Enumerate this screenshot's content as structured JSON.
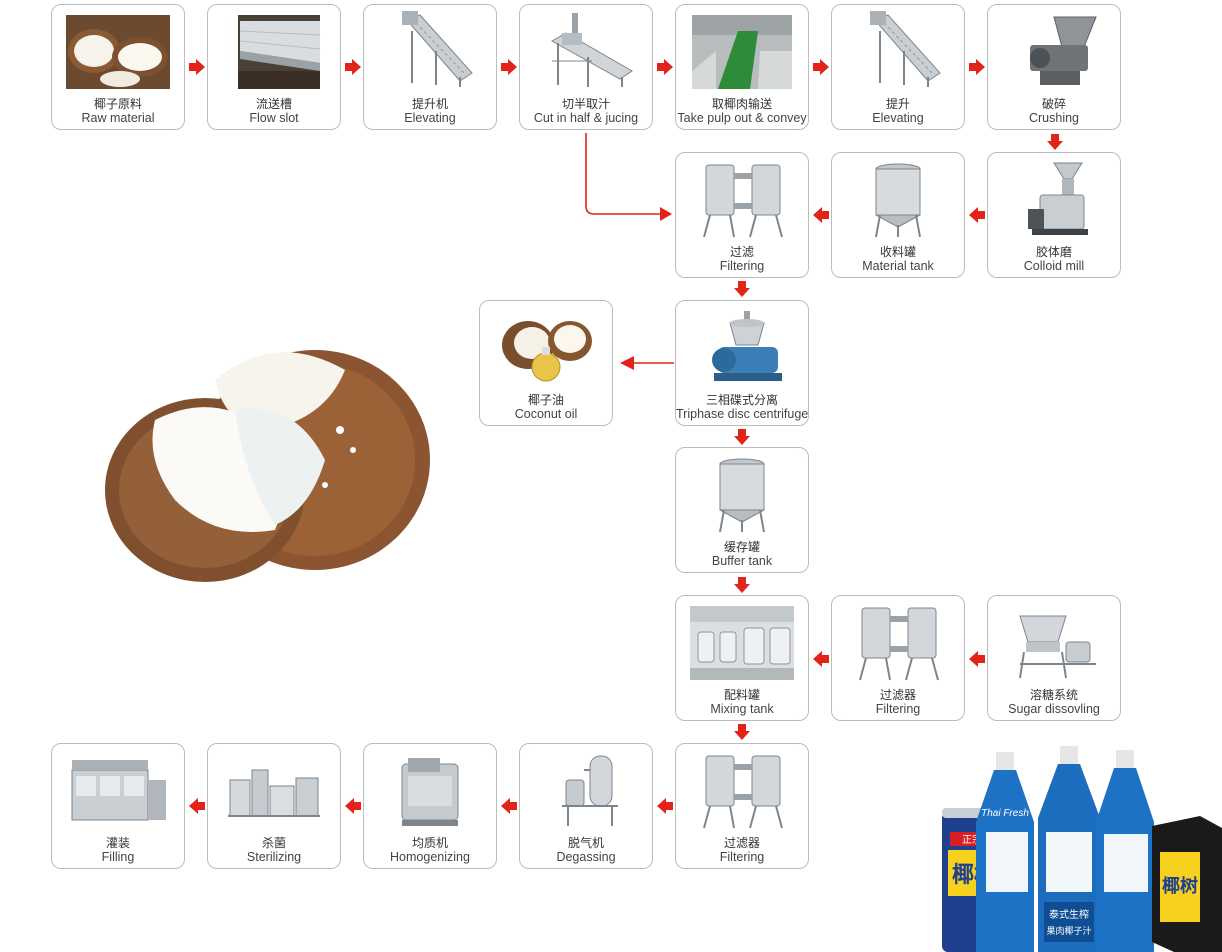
{
  "colors": {
    "arrow": "#e2231a",
    "border": "#bdbdbd",
    "steel": "#b8bcc2",
    "green_belt": "#2e8b3a"
  },
  "steps": {
    "raw": {
      "zh": "椰子原料",
      "en": "Raw material",
      "icon": "coconut-halves"
    },
    "flow": {
      "zh": "流送槽",
      "en": "Flow slot",
      "icon": "flume-channel"
    },
    "elev1": {
      "zh": "提升机",
      "en": "Elevating",
      "icon": "inclined-conveyor"
    },
    "cut": {
      "zh": "切半取汁",
      "en": "Cut in half & jucing",
      "icon": "cutting-machine"
    },
    "pulp": {
      "zh": "取椰肉输送",
      "en": "Take pulp out & convey",
      "icon": "green-belt-conveyor"
    },
    "elev2": {
      "zh": "提升",
      "en": "Elevating",
      "icon": "inclined-conveyor"
    },
    "crush": {
      "zh": "破碎",
      "en": "Crushing",
      "icon": "crusher"
    },
    "filter1": {
      "zh": "过滤",
      "en": "Filtering",
      "icon": "duplex-filter"
    },
    "mtank": {
      "zh": "收料罐",
      "en": "Material tank",
      "icon": "steel-tank"
    },
    "colloid": {
      "zh": "胶体磨",
      "en": "Colloid mill",
      "icon": "colloid-mill"
    },
    "oil": {
      "zh": "椰子油",
      "en": "Coconut oil",
      "icon": "coconut-oil"
    },
    "centrifuge": {
      "zh": "三相碟式分离",
      "en": "Triphase disc centrifuge",
      "icon": "disc-centrifuge"
    },
    "buffer": {
      "zh": "缓存罐",
      "en": "Buffer tank",
      "icon": "steel-tank"
    },
    "mixing": {
      "zh": "配料罐",
      "en": "Mixing tank",
      "icon": "tank-room"
    },
    "filter2": {
      "zh": "过滤器",
      "en": "Filtering",
      "icon": "duplex-filter"
    },
    "sugar": {
      "zh": "溶糖系统",
      "en": "Sugar dissovling",
      "icon": "sugar-system"
    },
    "filling": {
      "zh": "灌装",
      "en": "Filling",
      "icon": "filling-machine"
    },
    "sterilizing": {
      "zh": "杀菌",
      "en": "Sterilizing",
      "icon": "sterilizer"
    },
    "homogenizing": {
      "zh": "均质机",
      "en": "Homogenizing",
      "icon": "homogenizer"
    },
    "degassing": {
      "zh": "脱气机",
      "en": "Degassing",
      "icon": "degasser"
    },
    "filter3": {
      "zh": "过滤器",
      "en": "Filtering",
      "icon": "duplex-filter"
    }
  },
  "products": {
    "can_brand": "椰树",
    "can_top": "正宗",
    "bottle_brand": "Thai Fresh",
    "bottle_label": "泰式生榨",
    "bottle_label2": "果肉椰子汁"
  }
}
